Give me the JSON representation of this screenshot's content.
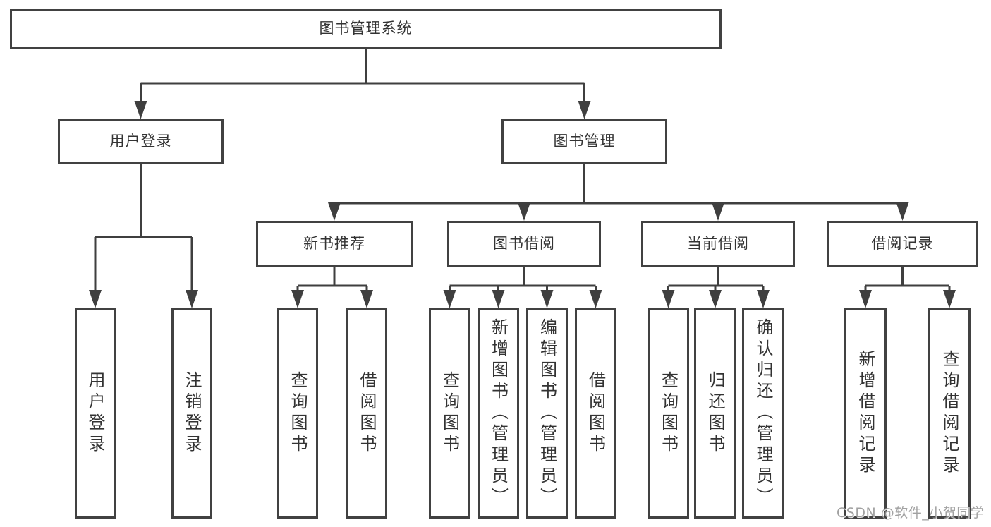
{
  "diagram": {
    "root": {
      "label": "图书管理系统"
    },
    "branches": [
      {
        "label": "用户登录",
        "children": [
          {
            "label": "用户登录"
          },
          {
            "label": "注销登录"
          }
        ]
      },
      {
        "label": "图书管理",
        "children": [
          {
            "label": "新书推荐",
            "children": [
              {
                "label": "查询图书"
              },
              {
                "label": "借阅图书"
              }
            ]
          },
          {
            "label": "图书借阅",
            "children": [
              {
                "label": "查询图书"
              },
              {
                "label": "新增图书（管理员）"
              },
              {
                "label": "编辑图书（管理员）"
              },
              {
                "label": "借阅图书"
              }
            ]
          },
          {
            "label": "当前借阅",
            "children": [
              {
                "label": "查询图书"
              },
              {
                "label": "归还图书"
              },
              {
                "label": "确认归还（管理员）"
              }
            ]
          },
          {
            "label": "借阅记录",
            "children": [
              {
                "label": "新增借阅记录"
              },
              {
                "label": "查询借阅记录"
              }
            ]
          }
        ]
      }
    ]
  },
  "watermark": {
    "text": "CSDN @软件_小贺同学"
  },
  "colors": {
    "line": "#3f3f3f",
    "border": "#414141",
    "text": "#333333",
    "watermark": "#949494",
    "background": "#ffffff"
  }
}
